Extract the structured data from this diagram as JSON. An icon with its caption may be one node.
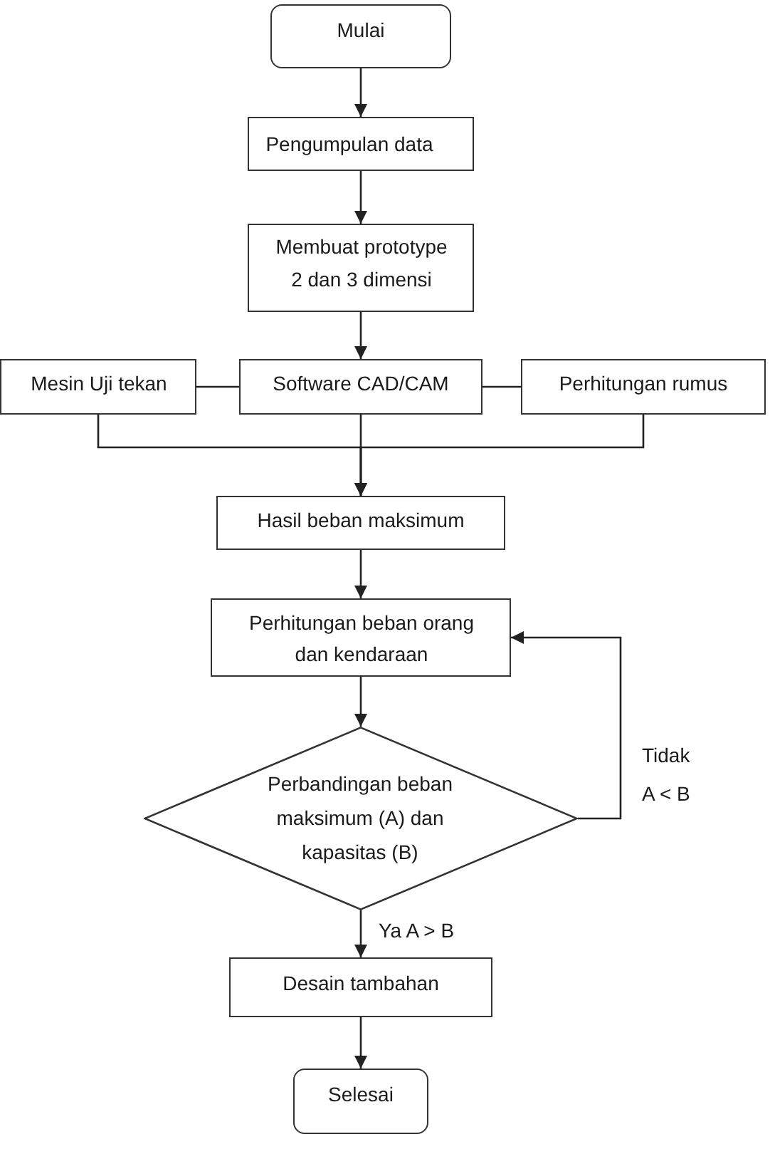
{
  "diagram": {
    "nodes": [
      {
        "text": [
          "Mulai"
        ]
      },
      {
        "text": [
          "Pengumpulan data"
        ]
      },
      {
        "text": [
          "Membuat prototype 2 dan 3 dimensi"
        ]
      },
      {
        "text": [
          "Mesin Uji tekan"
        ]
      },
      {
        "text": [
          "Software CAD/CAM"
        ]
      },
      {
        "text": [
          "Perhitungan rumus"
        ]
      },
      {
        "text": [
          "Hasil beban maksimum"
        ]
      },
      {
        "text": [
          "Perhitungan beban orang dan kendaraan"
        ]
      },
      {
        "text": [
          "Perbandingan beban maksimum (A) dan kapasitas (B)"
        ]
      },
      {
        "text": [
          "Desain tambahan"
        ]
      },
      {
        "text": [
          "Selesai"
        ]
      }
    ],
    "edges": [
      {
        "from": 0,
        "to": 1,
        "arrow": "to"
      },
      {
        "from": 1,
        "to": 2,
        "arrow": "to"
      },
      {
        "from": 2,
        "to": 4,
        "arrow": "to"
      },
      {
        "from": 3,
        "to": 4,
        "arrow": "none"
      },
      {
        "from": 4,
        "to": 5,
        "arrow": "none"
      },
      {
        "from": 3,
        "to": 6,
        "arrow": "to"
      },
      {
        "from": 4,
        "to": 6,
        "arrow": "to"
      },
      {
        "from": 5,
        "to": 6,
        "arrow": "to"
      },
      {
        "from": 6,
        "to": 7,
        "arrow": "to"
      },
      {
        "from": 7,
        "to": 8,
        "arrow": "to"
      },
      {
        "from": 8,
        "to": 7,
        "arrow": "to",
        "label": "Tidak A < B"
      },
      {
        "from": 8,
        "to": 9,
        "arrow": "to",
        "label": "Ya A > B"
      },
      {
        "from": 9,
        "to": 10,
        "arrow": "to"
      }
    ]
  }
}
